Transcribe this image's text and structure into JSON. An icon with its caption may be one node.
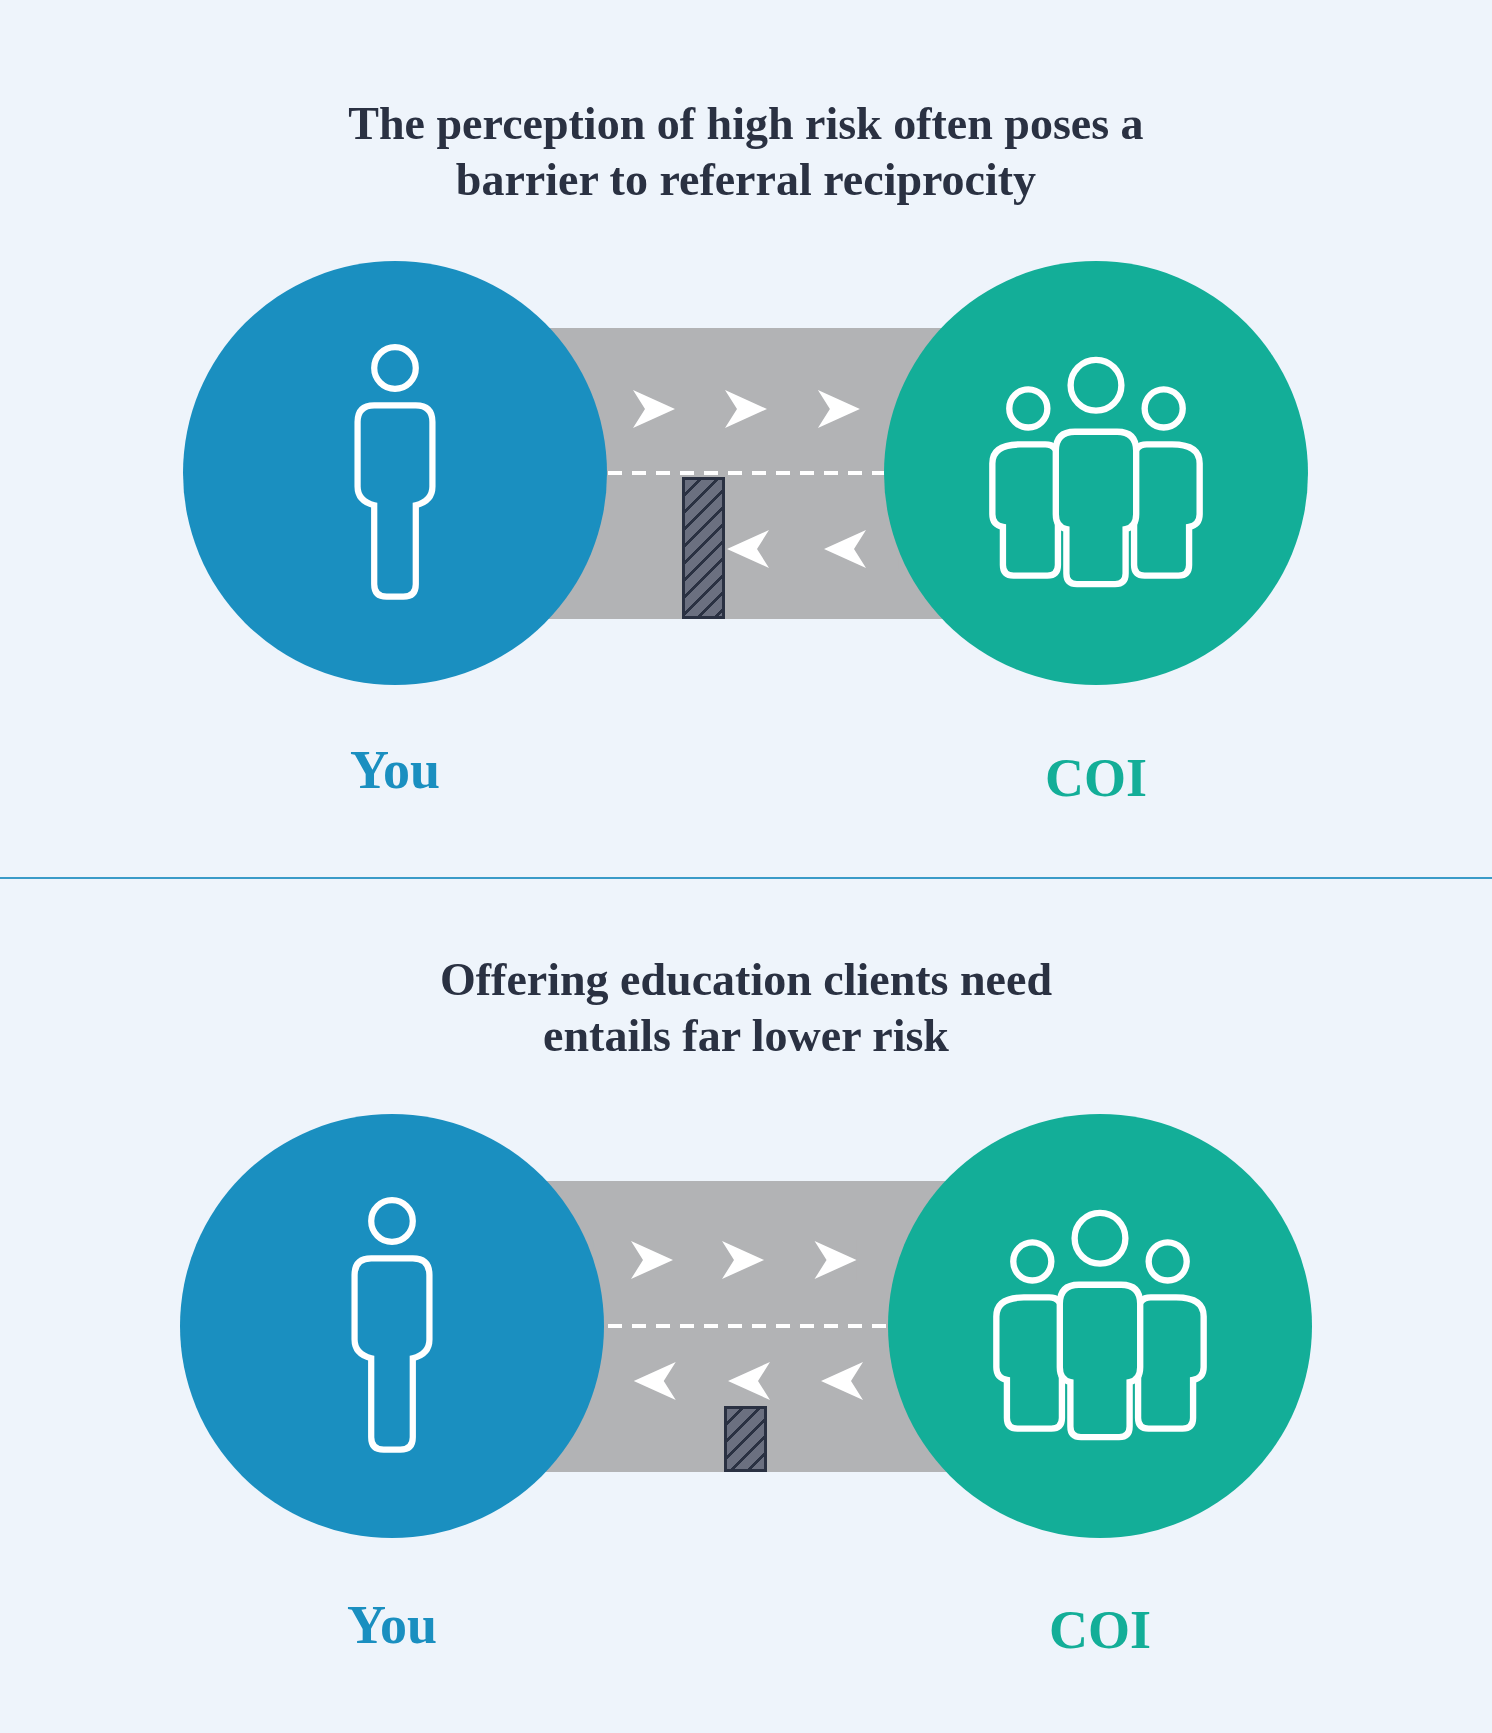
{
  "diagram": {
    "nodes": [
      {
        "text": [],
        "shape": "circle",
        "beside": [
          "You"
        ]
      },
      {
        "text": [],
        "shape": "bar"
      },
      {
        "text": [],
        "shape": "circle",
        "beside": [
          "COI"
        ]
      },
      {
        "text": [],
        "shape": "circle",
        "beside": [
          "You"
        ]
      },
      {
        "text": [],
        "shape": "bar"
      },
      {
        "text": [],
        "shape": "circle",
        "beside": [
          "COI"
        ]
      }
    ],
    "edges": [
      {
        "from": 0,
        "to": 2,
        "arrow": "to"
      },
      {
        "from": 2,
        "to": 1,
        "arrow": "to"
      },
      {
        "from": 3,
        "to": 5,
        "arrow": "to"
      },
      {
        "from": 5,
        "to": 3,
        "arrow": "to"
      }
    ],
    "labels": [
      "The perception of high risk often poses a barrier to referral reciprocity",
      "Offering education clients need entails far lower risk"
    ]
  }
}
